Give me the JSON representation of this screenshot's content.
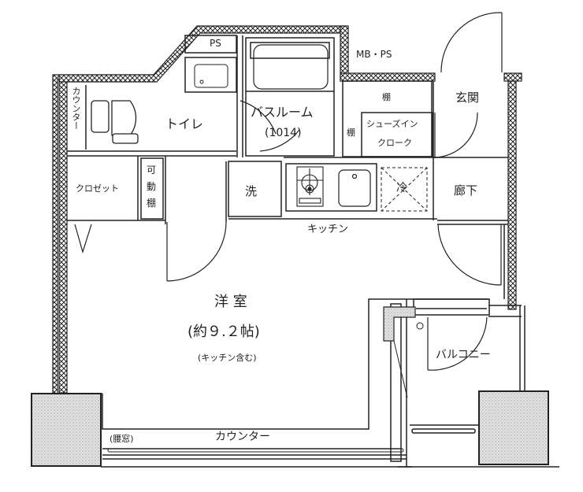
{
  "plan": {
    "type": "apartment-floor-plan",
    "rooms": {
      "ps": "PS",
      "mb_ps": "MB・PS",
      "toilet": "トイレ",
      "counter_toilet": "カウンター",
      "bathroom": "バスルーム",
      "bathroom_size": "(1014)",
      "shelf_top": "棚",
      "shelf_side": "棚",
      "shoes_in_cloak_1": "シューズイン",
      "shoes_in_cloak_2": "クローク",
      "entrance": "玄関",
      "closet": "クロゼット",
      "movable_shelf_1": "可",
      "movable_shelf_2": "動",
      "movable_shelf_3": "棚",
      "washer": "洗",
      "fridge": "冷",
      "hallway": "廊下",
      "kitchen": "キッチン",
      "western_room": "洋 室",
      "western_room_size": "(約９.２帖)",
      "western_room_note": "(キッチン含む)",
      "balcony": "バルコニー",
      "waist_window": "(腰窓)",
      "counter_bottom": "カウンター"
    },
    "colors": {
      "line": "#222222",
      "wall_fill": "#ffffff",
      "hatch": "#222222",
      "column_fill": "#d8d8d8"
    }
  }
}
